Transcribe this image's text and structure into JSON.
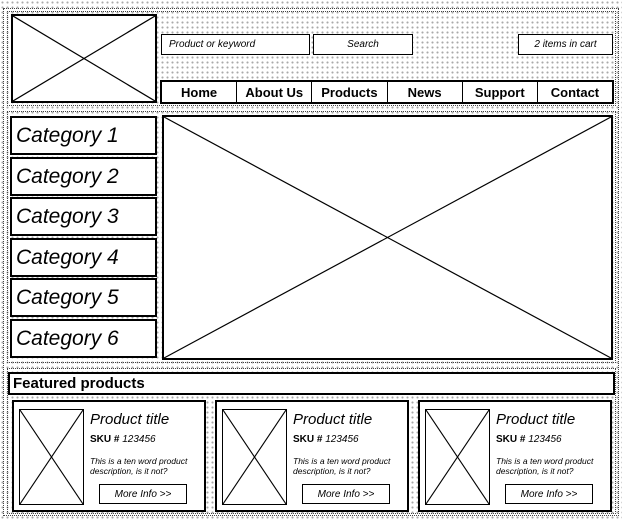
{
  "header": {
    "search": {
      "placeholder": "Product or keyword",
      "button_label": "Search"
    },
    "cart": {
      "label": "2 items in cart"
    }
  },
  "nav": {
    "items": [
      {
        "label": "Home"
      },
      {
        "label": "About Us"
      },
      {
        "label": "Products"
      },
      {
        "label": "News"
      },
      {
        "label": "Support"
      },
      {
        "label": "Contact"
      }
    ]
  },
  "sidebar": {
    "categories": [
      {
        "label": "Category 1"
      },
      {
        "label": "Category 2"
      },
      {
        "label": "Category 3"
      },
      {
        "label": "Category 4"
      },
      {
        "label": "Category 5"
      },
      {
        "label": "Category 6"
      }
    ]
  },
  "featured": {
    "heading": "Featured products",
    "products": [
      {
        "title": "Product title",
        "sku_label": "SKU #",
        "sku": "123456",
        "description": "This is a ten word product description, is it not?",
        "button": "More Info >>"
      },
      {
        "title": "Product title",
        "sku_label": "SKU #",
        "sku": "123456",
        "description": "This is a ten word product description, is it not?",
        "button": "More Info >>"
      },
      {
        "title": "Product title",
        "sku_label": "SKU #",
        "sku": "123456",
        "description": "This is a ten word product description, is it not?",
        "button": "More Info >>"
      }
    ]
  }
}
